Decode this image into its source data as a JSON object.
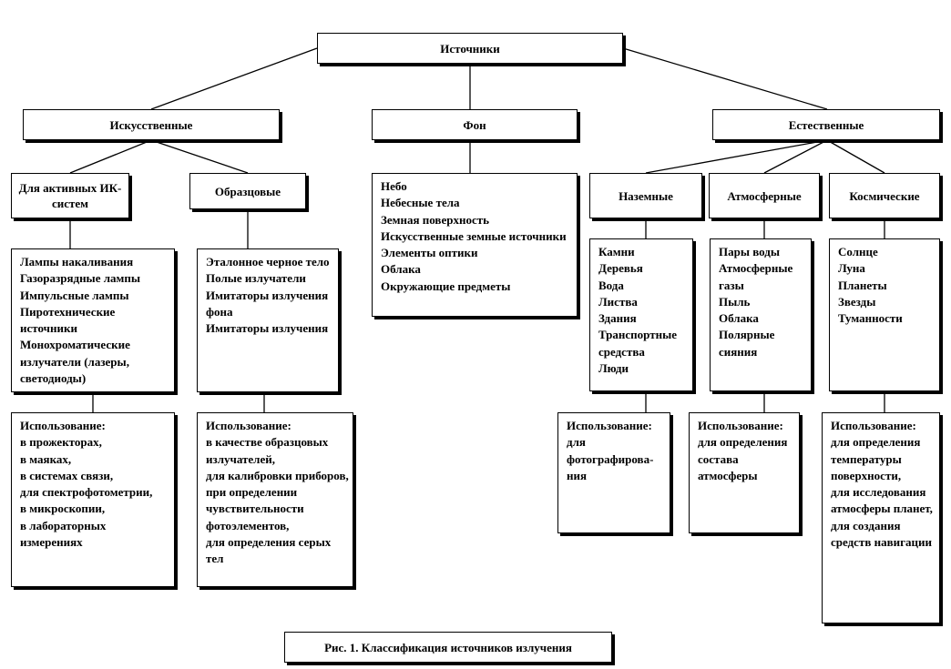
{
  "root": {
    "label": "Источники"
  },
  "categories": {
    "artificial": {
      "label": "Искусственные"
    },
    "background": {
      "label": "Фон"
    },
    "natural": {
      "label": "Естественные"
    }
  },
  "artificial": {
    "active_ir": {
      "label": "Для активных ИК-систем",
      "items": [
        "Лампы накаливания",
        "Газоразрядные лампы",
        "Импульсные лампы",
        "Пиротехнические источники",
        "Монохроматические излучатели (лазеры, светодиоды)"
      ],
      "usage_title": "Использование:",
      "usage": [
        "в прожекторах,",
        "в маяках,",
        "в системах связи,",
        "для спектрофотометрии,",
        "в микроскопии,",
        "в лабораторных измерениях"
      ]
    },
    "reference": {
      "label": "Образцовые",
      "items": [
        "Эталонное черное тело",
        "Полые излучатели",
        "Имитаторы излучения фона",
        "Имитаторы излучения"
      ],
      "usage_title": "Использование:",
      "usage": [
        "в качестве образцовых излучателей,",
        "для калибровки приборов,",
        "при определении чувствительности фотоэлементов,",
        "для определения серых тел"
      ]
    }
  },
  "background": {
    "items": [
      "Небо",
      "Небесные тела",
      "Земная поверхность",
      "Искусственные земные источники",
      "Элементы оптики",
      "Облака",
      "Окружающие предметы"
    ]
  },
  "natural": {
    "terrestrial": {
      "label": "Наземные",
      "items": [
        "Камни",
        "Деревья",
        "Вода",
        "Листва",
        "Здания",
        "Транспортные средства",
        "Люди"
      ],
      "usage_title": "Использование:",
      "usage": [
        "для фотографирова-ния"
      ]
    },
    "atmospheric": {
      "label": "Атмосферные",
      "items": [
        "Пары воды",
        "Атмосферные газы",
        "Пыль",
        "Облака",
        "Полярные сияния"
      ],
      "usage_title": "Использование:",
      "usage": [
        "для определения состава атмосферы"
      ]
    },
    "cosmic": {
      "label": "Космические",
      "items": [
        "Солнце",
        "Луна",
        "Планеты",
        "Звезды",
        "Туманности"
      ],
      "usage_title": "Использование:",
      "usage": [
        "для определения температуры поверхности,",
        "для исследования атмосферы планет,",
        "для создания средств навигации"
      ]
    }
  },
  "caption": "Рис. 1. Классификация источников излучения"
}
